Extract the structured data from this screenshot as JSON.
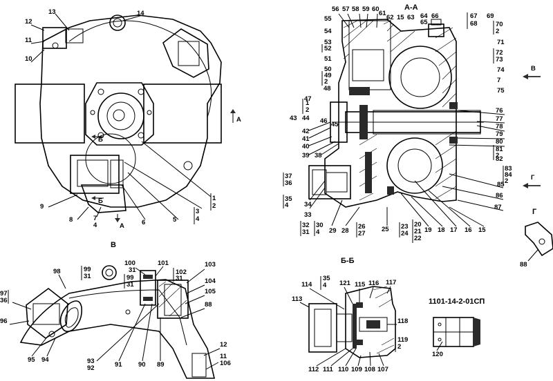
{
  "views": {
    "section_aa": "А-А",
    "view_v": "В",
    "section_bb": "Б-Б",
    "view_g": "Г",
    "part_number": "1101-14-2-01СП"
  },
  "markers": {
    "a_top": "А",
    "a_bottom": "А",
    "b_arrow": "Б",
    "b_arrow2": "Б",
    "v_arrow": "В",
    "g_arrow": "Г"
  },
  "labels": {
    "main": [
      "13",
      "14",
      "12",
      "11",
      "10",
      "9",
      "8",
      "7",
      "4",
      "6",
      "5",
      "3",
      "4",
      "1",
      "2"
    ],
    "section_aa": [
      "56",
      "57",
      "58",
      "59",
      "60",
      "61",
      "62",
      "15",
      "63",
      "64",
      "65",
      "66",
      "67",
      "68",
      "69",
      "70",
      "2",
      "71",
      "72",
      "73",
      "74",
      "7",
      "75",
      "76",
      "77",
      "78",
      "79",
      "80",
      "81",
      "2",
      "82",
      "83",
      "84",
      "2",
      "85",
      "86",
      "87",
      "15",
      "16",
      "17",
      "18",
      "19",
      "20",
      "21",
      "22",
      "23",
      "24",
      "25",
      "26",
      "27",
      "28",
      "29",
      "30",
      "4",
      "31",
      "32",
      "33",
      "34",
      "35",
      "4",
      "36",
      "37",
      "38",
      "39",
      "40",
      "41",
      "42",
      "43",
      "44",
      "45",
      "46",
      "47",
      "1",
      "2",
      "48",
      "49",
      "2",
      "50",
      "51",
      "52",
      "53",
      "54",
      "55"
    ],
    "view_v": [
      "98",
      "99",
      "31",
      "100",
      "31",
      "101",
      "102",
      "31",
      "99",
      "31",
      "103",
      "104",
      "105",
      "88",
      "97",
      "36",
      "96",
      "95",
      "94",
      "93",
      "92",
      "91",
      "90",
      "89",
      "12",
      "11",
      "106"
    ],
    "section_bb": [
      "35",
      "4",
      "114",
      "121",
      "115",
      "116",
      "117",
      "113",
      "118",
      "119",
      "2",
      "112",
      "111",
      "110",
      "109",
      "108",
      "107"
    ],
    "part": [
      "120"
    ],
    "view_g": [
      "88"
    ]
  }
}
